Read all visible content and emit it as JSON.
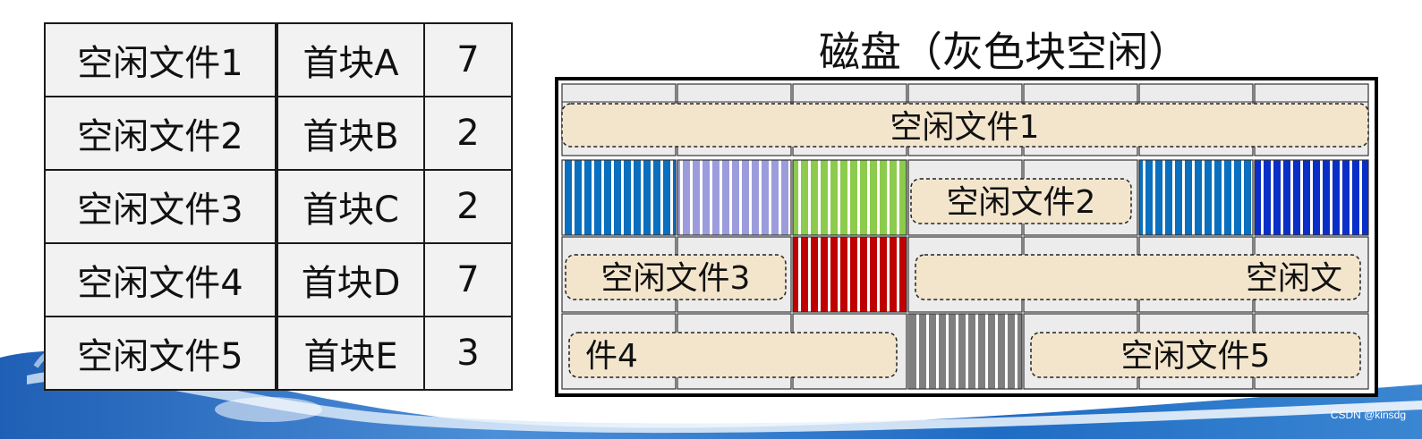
{
  "table": {
    "rows": [
      {
        "name": "空闲文件1",
        "first_block": "首块A",
        "length": "7"
      },
      {
        "name": "空闲文件2",
        "first_block": "首块B",
        "length": "2"
      },
      {
        "name": "空闲文件3",
        "first_block": "首块C",
        "length": "2"
      },
      {
        "name": "空闲文件4",
        "first_block": "首块D",
        "length": "7"
      },
      {
        "name": "空闲文件5",
        "first_block": "首块E",
        "length": "3"
      }
    ]
  },
  "disk": {
    "title": "磁盘（灰色块空闲）",
    "labels": {
      "free1": "空闲文件1",
      "free2": "空闲文件2",
      "free3": "空闲文件3",
      "free4_part1": "空闲文",
      "free4_part2": "件4",
      "free5": "空闲文件5"
    },
    "colors": {
      "free_block": "#ececec",
      "label_fill": "#f3e5cc",
      "blue": "#0a6fbe",
      "lavender": "#9c9cdc",
      "green": "#8ccb4c",
      "red": "#c00000",
      "navy": "#0a2fc8",
      "gray": "#7f7f7f"
    }
  },
  "watermark": "CSDN @kinsdg"
}
